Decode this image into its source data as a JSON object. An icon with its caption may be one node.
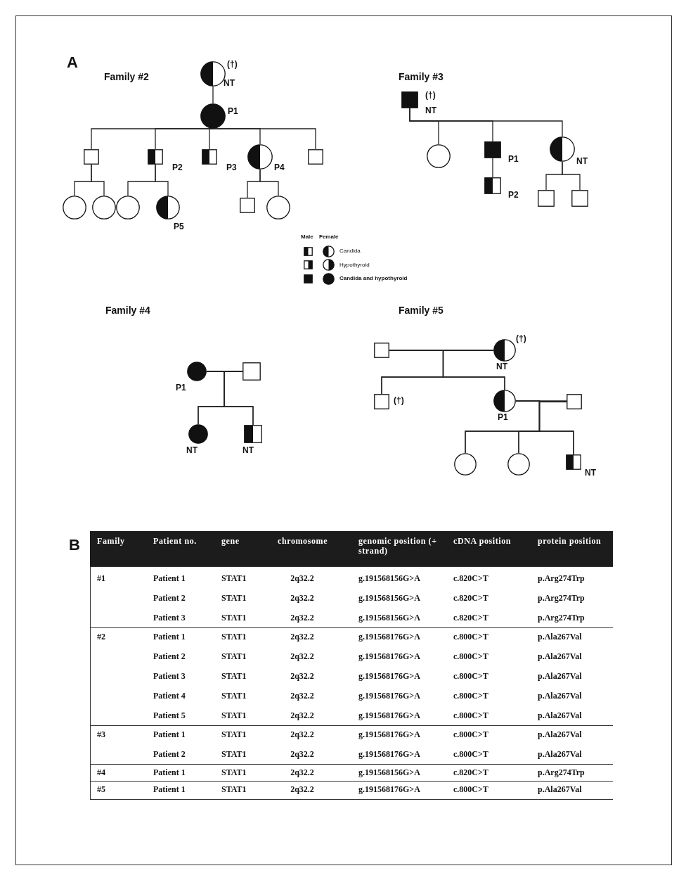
{
  "diagram": {
    "nodes": [
      {
        "text": [],
        "shape": "circle",
        "beside": [
          "(†)",
          "NT"
        ]
      },
      {
        "text": [],
        "shape": "circle",
        "beside": [
          "P1"
        ]
      },
      {
        "text": [],
        "shape": "box"
      },
      {
        "text": [],
        "shape": "box",
        "beside": [
          "P2"
        ]
      },
      {
        "text": [],
        "shape": "box",
        "beside": [
          "P3"
        ]
      },
      {
        "text": [],
        "shape": "circle",
        "beside": [
          "P4"
        ]
      },
      {
        "text": [],
        "shape": "box"
      },
      {
        "text": [],
        "shape": "circle"
      },
      {
        "text": [],
        "shape": "circle"
      },
      {
        "text": [],
        "shape": "circle"
      },
      {
        "text": [],
        "shape": "circle",
        "beside": [
          "P5"
        ]
      },
      {
        "text": [],
        "shape": "box"
      },
      {
        "text": [],
        "shape": "circle"
      },
      {
        "text": [],
        "shape": "box",
        "beside": [
          "(†)",
          "NT"
        ]
      },
      {
        "text": [],
        "shape": "circle"
      },
      {
        "text": [],
        "shape": "box",
        "beside": [
          "P1"
        ]
      },
      {
        "text": [],
        "shape": "circle",
        "beside": [
          "NT"
        ]
      },
      {
        "text": [],
        "shape": "box",
        "beside": [
          "P2"
        ]
      },
      {
        "text": [],
        "shape": "box"
      },
      {
        "text": [],
        "shape": "box"
      },
      {
        "text": [],
        "shape": "circle",
        "beside": [
          "P1"
        ]
      },
      {
        "text": [],
        "shape": "box"
      },
      {
        "text": [],
        "shape": "circle",
        "beside": [
          "NT"
        ]
      },
      {
        "text": [],
        "shape": "box",
        "beside": [
          "NT"
        ]
      },
      {
        "text": [],
        "shape": "box"
      },
      {
        "text": [],
        "shape": "circle",
        "beside": [
          "(†)",
          "NT"
        ]
      },
      {
        "text": [],
        "shape": "box",
        "beside": [
          "(†)"
        ]
      },
      {
        "text": [],
        "shape": "circle",
        "beside": [
          "P1"
        ]
      },
      {
        "text": [],
        "shape": "box"
      },
      {
        "text": [],
        "shape": "circle"
      },
      {
        "text": [],
        "shape": "circle"
      },
      {
        "text": [],
        "shape": "box",
        "beside": [
          "NT"
        ]
      }
    ],
    "edges": [
      {
        "from": 0,
        "to": 1,
        "arrow": "none"
      },
      {
        "from": 1,
        "to": 2,
        "arrow": "none"
      },
      {
        "from": 1,
        "to": 3,
        "arrow": "none"
      },
      {
        "from": 1,
        "to": 4,
        "arrow": "none"
      },
      {
        "from": 1,
        "to": 5,
        "arrow": "none"
      },
      {
        "from": 1,
        "to": 6,
        "arrow": "none"
      },
      {
        "from": 2,
        "to": 7,
        "arrow": "none"
      },
      {
        "from": 2,
        "to": 8,
        "arrow": "none"
      },
      {
        "from": 3,
        "to": 9,
        "arrow": "none"
      },
      {
        "from": 3,
        "to": 10,
        "arrow": "none"
      },
      {
        "from": 5,
        "to": 11,
        "arrow": "none"
      },
      {
        "from": 5,
        "to": 12,
        "arrow": "none"
      },
      {
        "from": 13,
        "to": 14,
        "arrow": "none"
      },
      {
        "from": 13,
        "to": 15,
        "arrow": "none"
      },
      {
        "from": 13,
        "to": 16,
        "arrow": "none"
      },
      {
        "from": 15,
        "to": 17,
        "arrow": "none"
      },
      {
        "from": 16,
        "to": 18,
        "arrow": "none"
      },
      {
        "from": 16,
        "to": 19,
        "arrow": "none"
      },
      {
        "from": 20,
        "to": 21,
        "arrow": "none"
      },
      {
        "from": 20,
        "to": 22,
        "arrow": "none"
      },
      {
        "from": 21,
        "to": 22,
        "arrow": "none"
      },
      {
        "from": 20,
        "to": 23,
        "arrow": "none"
      },
      {
        "from": 21,
        "to": 23,
        "arrow": "none"
      },
      {
        "from": 24,
        "to": 25,
        "arrow": "none"
      },
      {
        "from": 24,
        "to": 26,
        "arrow": "none"
      },
      {
        "from": 25,
        "to": 26,
        "arrow": "none"
      },
      {
        "from": 24,
        "to": 27,
        "arrow": "none"
      },
      {
        "from": 25,
        "to": 27,
        "arrow": "none"
      },
      {
        "from": 27,
        "to": 28,
        "arrow": "none"
      },
      {
        "from": 27,
        "to": 29,
        "arrow": "none"
      },
      {
        "from": 28,
        "to": 29,
        "arrow": "none"
      },
      {
        "from": 27,
        "to": 30,
        "arrow": "none"
      },
      {
        "from": 28,
        "to": 30,
        "arrow": "none"
      },
      {
        "from": 27,
        "to": 31,
        "arrow": "none"
      },
      {
        "from": 28,
        "to": 31,
        "arrow": "none"
      }
    ],
    "labels": [
      "A",
      "Family #2",
      "Family #3",
      "Male",
      "Female",
      "Family #4",
      "Family #5",
      "B",
      "Family",
      "Patient no.",
      "gene",
      "chromosome",
      "genomic position (+ strand)",
      "cDNA position",
      "protein position",
      "#1",
      "Patient 1",
      "STAT1",
      "2q32.2",
      "g.191568156G>A",
      "c.820C>T",
      "p.Arg274Trp",
      "Patient 2",
      "STAT1",
      "2q32.2",
      "g.191568156G>A",
      "c.820C>T",
      "p.Arg274Trp",
      "Patient 3",
      "STAT1",
      "2q32.2",
      "g.191568156G>A",
      "c.820C>T",
      "p.Arg274Trp",
      "#2",
      "Patient 1",
      "STAT1",
      "2q32.2",
      "g.191568176G>A",
      "c.800C>T",
      "p.Ala267Val",
      "Patient 2",
      "STAT1",
      "2q32.2",
      "g.191568176G>A",
      "c.800C>T",
      "p.Ala267Val",
      "Patient 3",
      "STAT1",
      "2q32.2",
      "g.191568176G>A",
      "c.800C>T",
      "p.Ala267Val",
      "Patient 4",
      "STAT1",
      "2q32.2",
      "g.191568176G>A",
      "c.800C>T",
      "p.Ala267Val",
      "Patient 5",
      "STAT1",
      "2q32.2",
      "g.191568176G>A",
      "c.800C>T",
      "p.Ala267Val",
      "#3",
      "Patient 1",
      "STAT1",
      "2q32.2",
      "g.191568176G>A",
      "c.800C>T",
      "p.Ala267Val",
      "Patient 2",
      "STAT1",
      "2q32.2",
      "g.191568176G>A",
      "c.800C>T",
      "p.Ala267Val",
      "#4",
      "Patient 1",
      "STAT1",
      "2q32.2",
      "g.191568156G>A",
      "c.820C>T",
      "p.Arg274Trp",
      "#5",
      "Patient 1",
      "STAT1",
      "2q32.2",
      "g.191568176G>A",
      "c.800C>T",
      "p.Ala267Val"
    ],
    "legend": [
      {
        "text": "Candida"
      },
      {
        "text": "Hypothyroid"
      },
      {
        "text": "Candida and hypothyroid"
      }
    ]
  }
}
